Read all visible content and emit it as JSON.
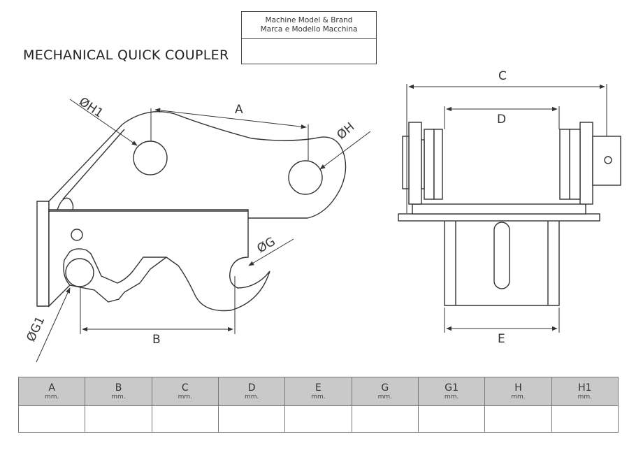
{
  "title": "MECHANICAL QUICK COUPLER",
  "model_box": {
    "header_line1": "Machine Model & Brand",
    "header_line2": "Marca e Modello Macchina",
    "value": ""
  },
  "drawing_labels": {
    "A": "A",
    "B": "B",
    "C": "C",
    "D": "D",
    "E": "E",
    "G": "ØG",
    "G1": "ØG1",
    "H": "ØH",
    "H1": "ØH1"
  },
  "table": {
    "columns": [
      {
        "letter": "A",
        "unit": "mm."
      },
      {
        "letter": "B",
        "unit": "mm."
      },
      {
        "letter": "C",
        "unit": "mm."
      },
      {
        "letter": "D",
        "unit": "mm."
      },
      {
        "letter": "E",
        "unit": "mm."
      },
      {
        "letter": "G",
        "unit": "mm."
      },
      {
        "letter": "G1",
        "unit": "mm."
      },
      {
        "letter": "H",
        "unit": "mm."
      },
      {
        "letter": "H1",
        "unit": "mm."
      }
    ],
    "values": [
      "",
      "",
      "",
      "",
      "",
      "",
      "",
      "",
      ""
    ]
  },
  "colors": {
    "header_bg": "#c9c9c9",
    "line": "#333333"
  }
}
